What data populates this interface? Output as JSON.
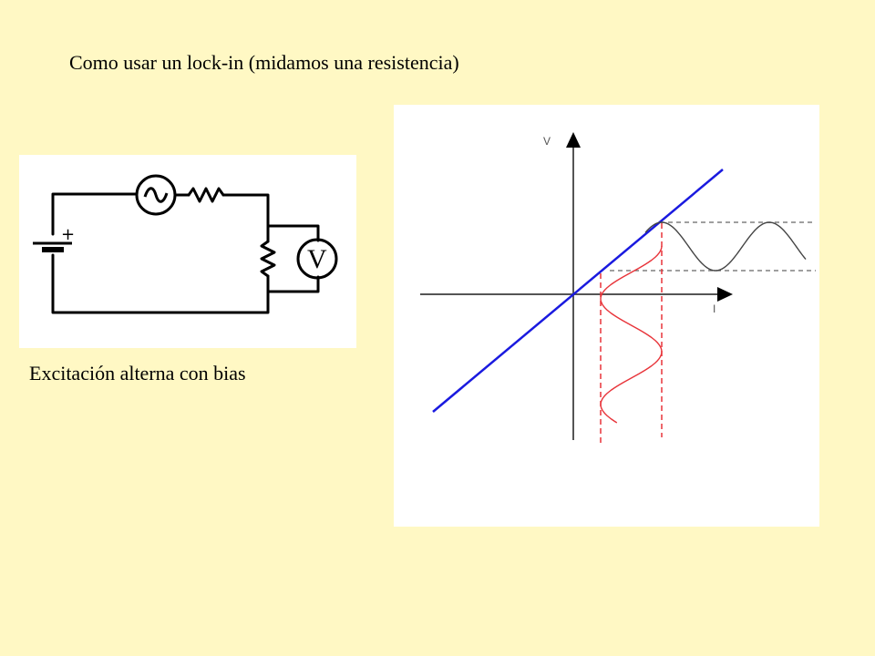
{
  "slide": {
    "title": "Como usar un lock-in (midamos una resistencia)",
    "caption": "Excitación alterna con bias"
  },
  "circuit": {
    "battery_polarity": "+",
    "voltmeter_label": "V",
    "components": [
      "dc-battery",
      "ac-source",
      "series-resistor",
      "resistor-under-test",
      "voltmeter"
    ]
  },
  "iv_plot": {
    "y_axis_label": "V",
    "x_axis_label": "I",
    "colors": {
      "line": "#1a1adf",
      "current_signal": "#e8343a",
      "voltage_signal": "#444444",
      "guides_red": "#e8343a",
      "guides_gray": "#666666",
      "axes": "#555555"
    }
  }
}
